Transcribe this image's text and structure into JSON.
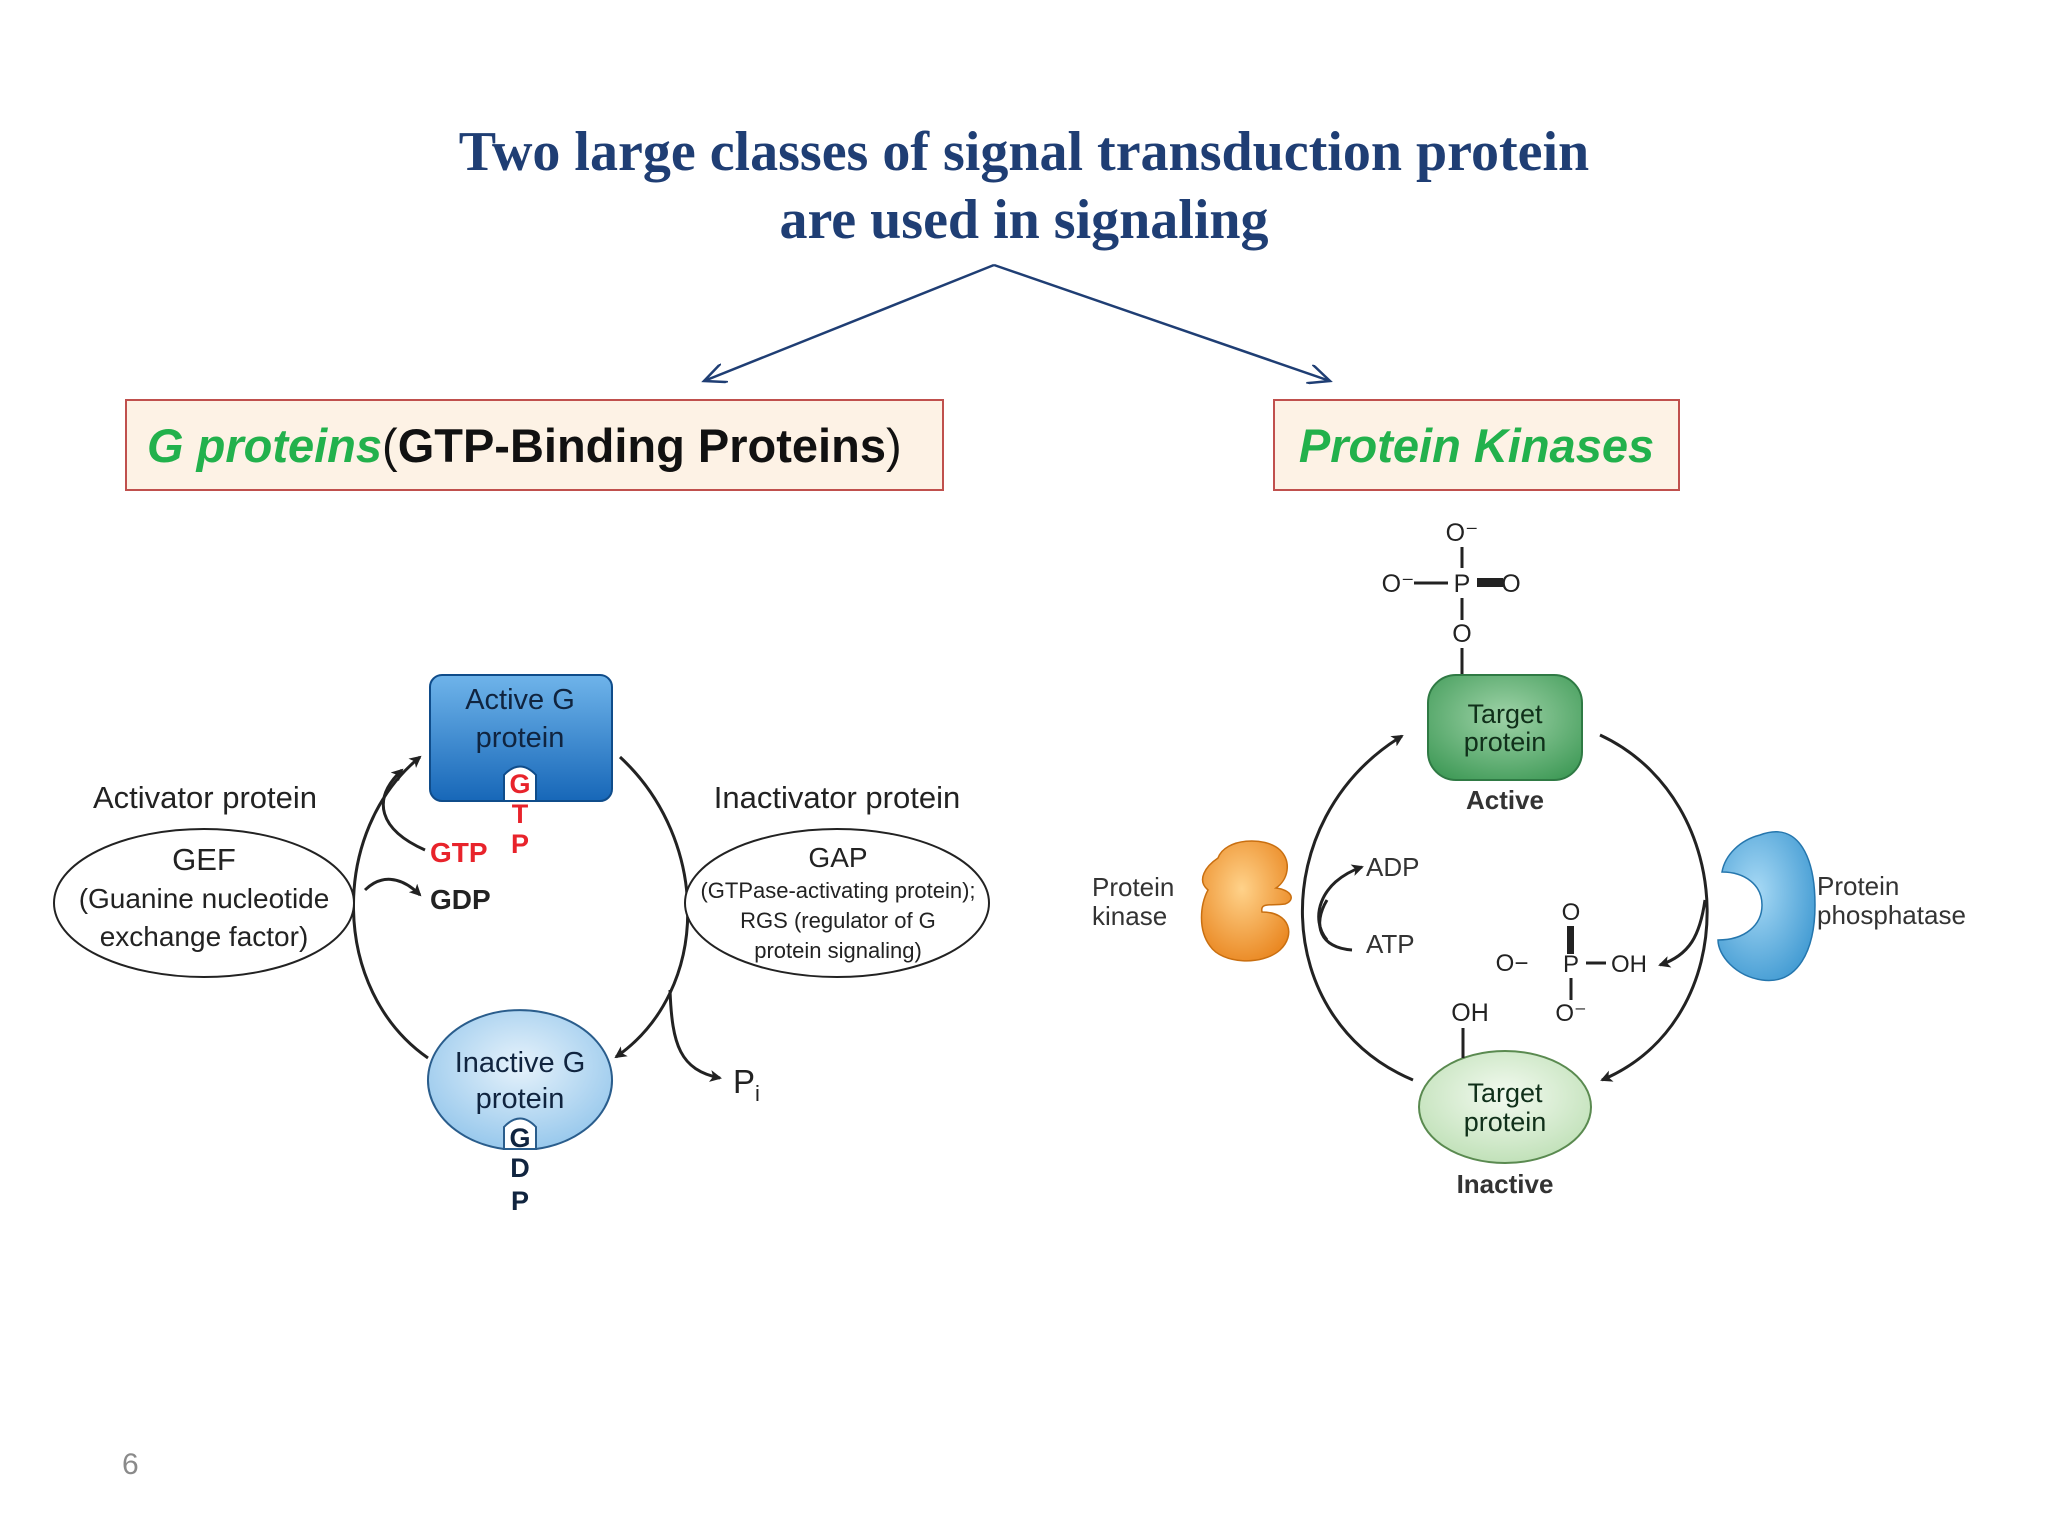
{
  "title": {
    "line1": "Two large classes of signal transduction protein",
    "line2": "are used in signaling"
  },
  "left_box": {
    "italic": "G proteins",
    "open_paren": " (",
    "bold": "GTP-Binding Proteins",
    "close_paren": ")"
  },
  "right_box": {
    "italic": "Protein Kinases"
  },
  "g_protein_cycle": {
    "active_line1": "Active G",
    "active_line2": "protein",
    "active_nucleotide": [
      "G",
      "T",
      "P"
    ],
    "inactive_line1": "Inactive G",
    "inactive_line2": "protein",
    "inactive_nucleotide": [
      "G",
      "D",
      "P"
    ],
    "activator_label": "Activator protein",
    "gef_title": "GEF",
    "gef_line1": "(Guanine nucleotide",
    "gef_line2": "exchange factor)",
    "gtp": "GTP",
    "gdp": "GDP",
    "inactivator_label": "Inactivator protein",
    "gap_title": "GAP",
    "gap_line1": "(GTPase-activating protein);",
    "gap_line2": "RGS (regulator of G",
    "gap_line3": "protein signaling)",
    "pi": "P",
    "pi_sub": "i",
    "colors": {
      "red": "#e8232b",
      "blue_dark": "#1a6fc1",
      "blue_light": "#b6d8f2"
    }
  },
  "kinase_cycle": {
    "phosphate_top": {
      "o_minus_top": "O⁻",
      "o_minus_left": "O⁻",
      "p": "P",
      "o_right": "O",
      "o_bottom": "O"
    },
    "target_active_line1": "Target",
    "target_active_line2": "protein",
    "active_label": "Active",
    "target_inactive_line1": "Target",
    "target_inactive_line2": "protein",
    "inactive_label": "Inactive",
    "kinase_line1": "Protein",
    "kinase_line2": "kinase",
    "adp": "ADP",
    "atp": "ATP",
    "phosphatase_line1": "Protein",
    "phosphatase_line2": "phosphatase",
    "phosphate_mid": {
      "o_top": "O",
      "o_minus_left": "O−",
      "p": "P",
      "oh": "OH",
      "o_minus_bottom": "O⁻"
    },
    "oh": "OH",
    "colors": {
      "green": "#5aa86a",
      "green_light": "#d4ead0",
      "orange": "#f29a2e",
      "blue": "#4aa8de"
    }
  },
  "page_number": "6"
}
